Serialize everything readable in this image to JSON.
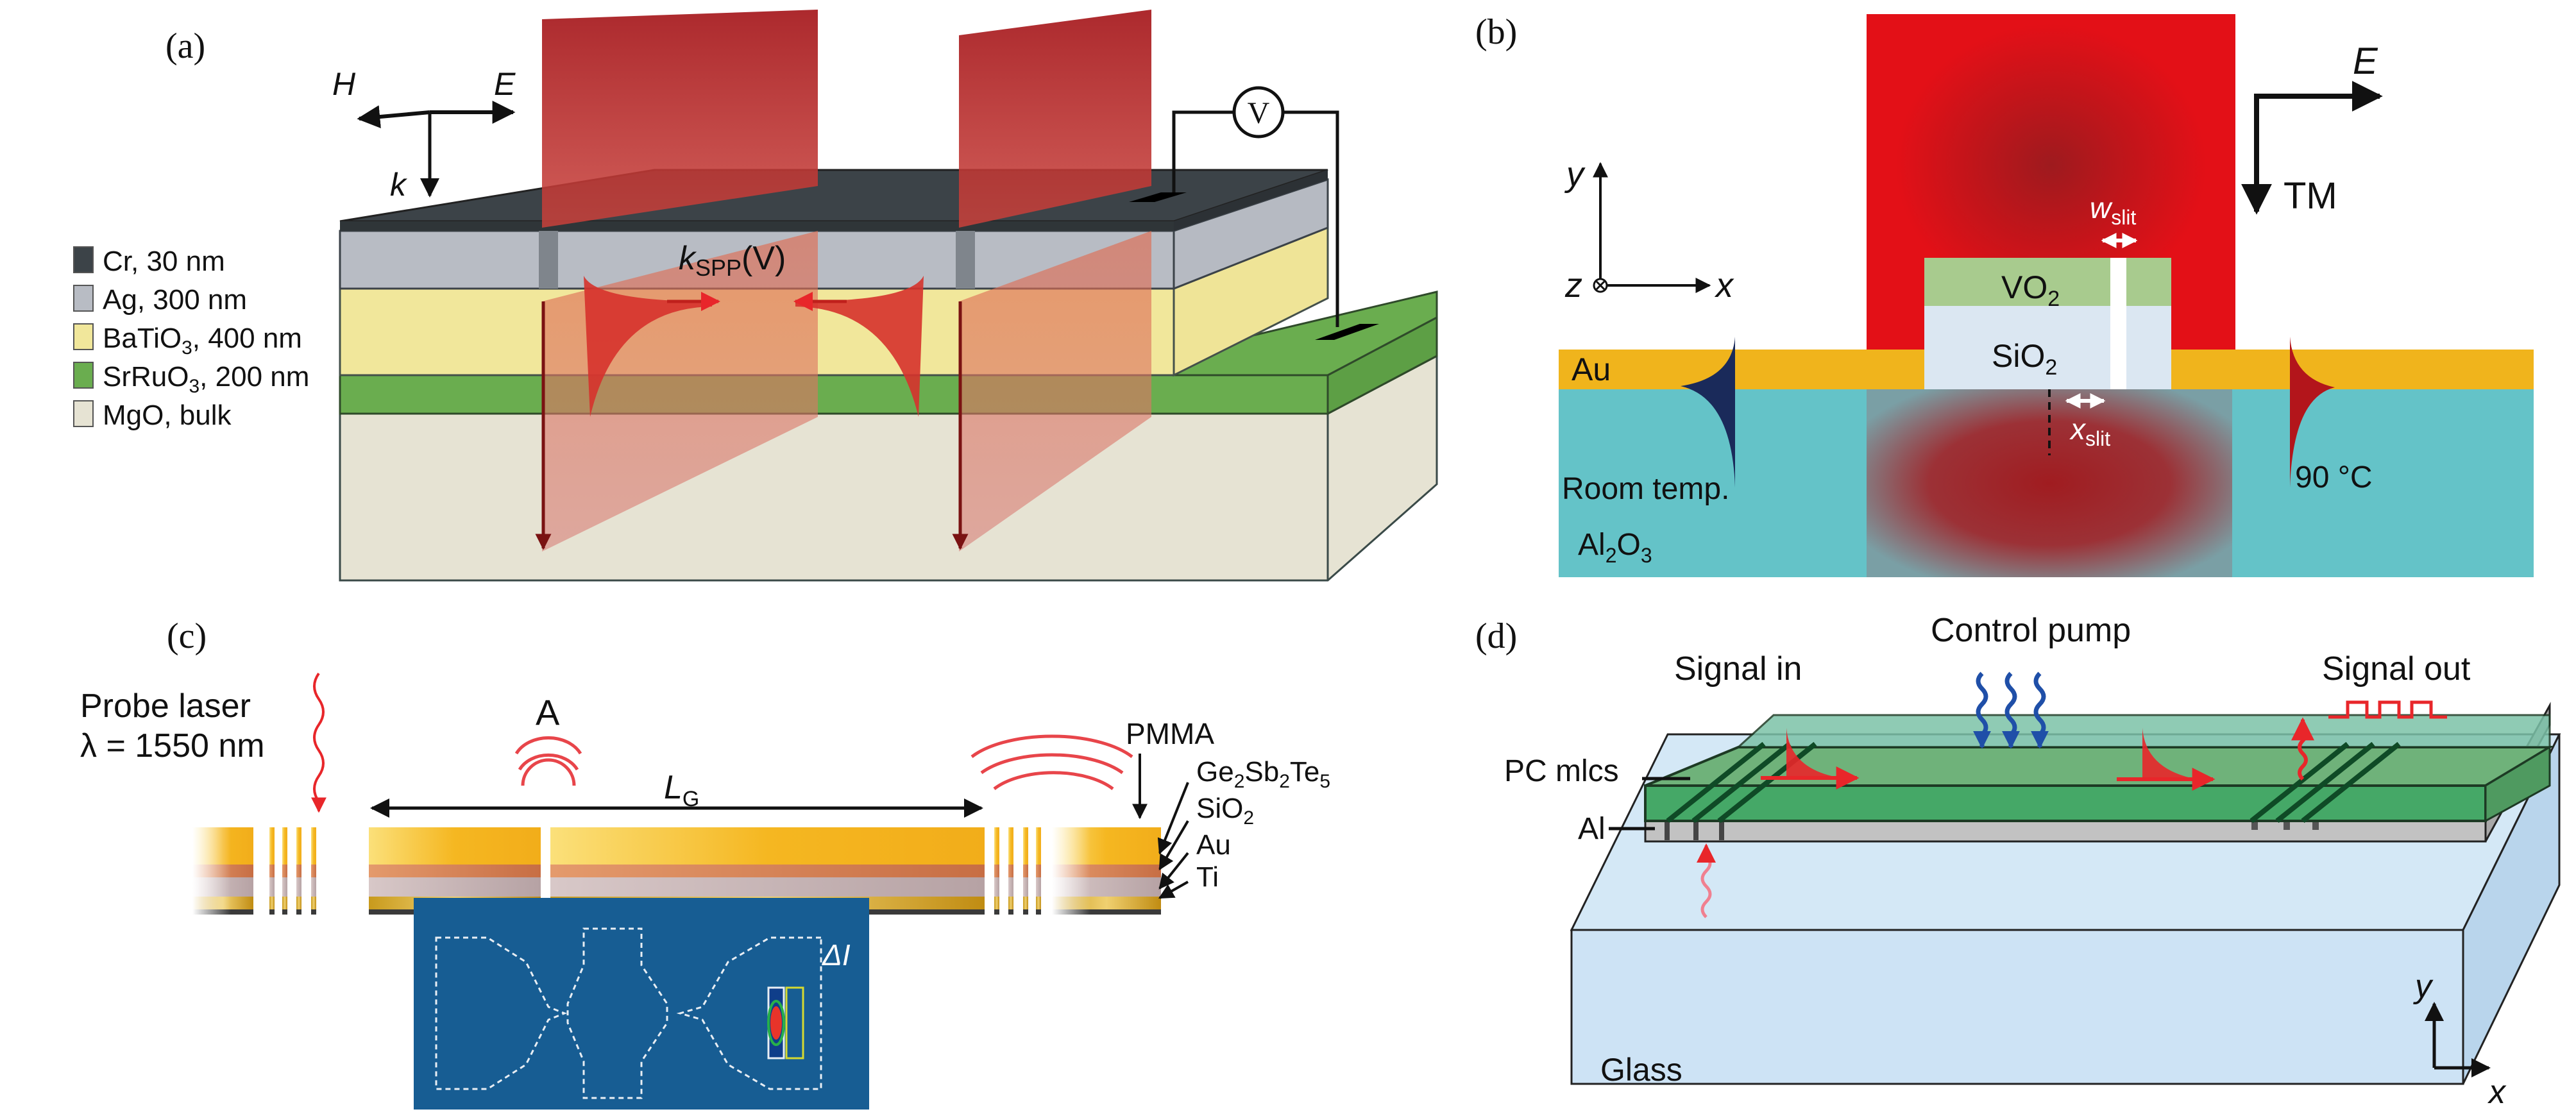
{
  "panels": {
    "a": {
      "tag": "(a)",
      "axes": {
        "h": "H",
        "e": "E",
        "k": "k"
      },
      "kspp_main": "k",
      "kspp_sub": "SPP",
      "kspp_tail": "(V)",
      "voltmeter": "V",
      "legend": [
        {
          "label": "Cr, 30 nm",
          "color": "#3c4348"
        },
        {
          "label": "Ag, 300 nm",
          "color": "#b8bcc4"
        },
        {
          "label_main": "BaTiO",
          "label_sub": "3",
          "label_tail": ", 400 nm",
          "color": "#f1e79b"
        },
        {
          "label_main": "SrRuO",
          "label_sub": "3",
          "label_tail": ", 200 nm",
          "color": "#6aad4f"
        },
        {
          "label": "MgO, bulk",
          "color": "#e6e3d3"
        }
      ]
    },
    "b": {
      "tag": "(b)",
      "axis_y": "y",
      "axis_x": "x",
      "axis_z": "z",
      "e_label": "E",
      "tm_label": "TM",
      "w_main": "w",
      "w_sub": "slit",
      "x_main": "x",
      "x_sub": "slit",
      "vo2_main": "VO",
      "vo2_sub": "2",
      "sio2_main": "SiO",
      "sio2_sub": "2",
      "au": "Au",
      "room_temp": "Room temp.",
      "al2o3_a": "Al",
      "al2o3_s1": "2",
      "al2o3_b": "O",
      "al2o3_s2": "3",
      "hot_temp": "90 °C",
      "colors": {
        "field": "#e31017",
        "gold": "#f0b41c",
        "substrate": "#64c3c8",
        "vo2": "#a8cb8e",
        "sio2": "#dbe7f2"
      }
    },
    "c": {
      "tag": "(c)",
      "probe_line1": "Probe laser",
      "probe_line2": "λ = 1550 nm",
      "a_label": "A",
      "lg_main": "L",
      "lg_sub": "G",
      "pmma": "PMMA",
      "layers": [
        {
          "main": "Ge",
          "s1": "2",
          "m2": "Sb",
          "s2": "2",
          "m3": "Te",
          "s3": "5"
        },
        {
          "main": "SiO",
          "s1": "2"
        },
        {
          "main": "Au"
        },
        {
          "main": "Ti"
        }
      ],
      "inset_label": "ΔI"
    },
    "d": {
      "tag": "(d)",
      "control_pump": "Control pump",
      "signal_in": "Signal in",
      "signal_out": "Signal out",
      "pc_mlcs": "PC mlcs",
      "al": "Al",
      "glass": "Glass",
      "axis_y": "y",
      "axis_x": "x"
    }
  }
}
